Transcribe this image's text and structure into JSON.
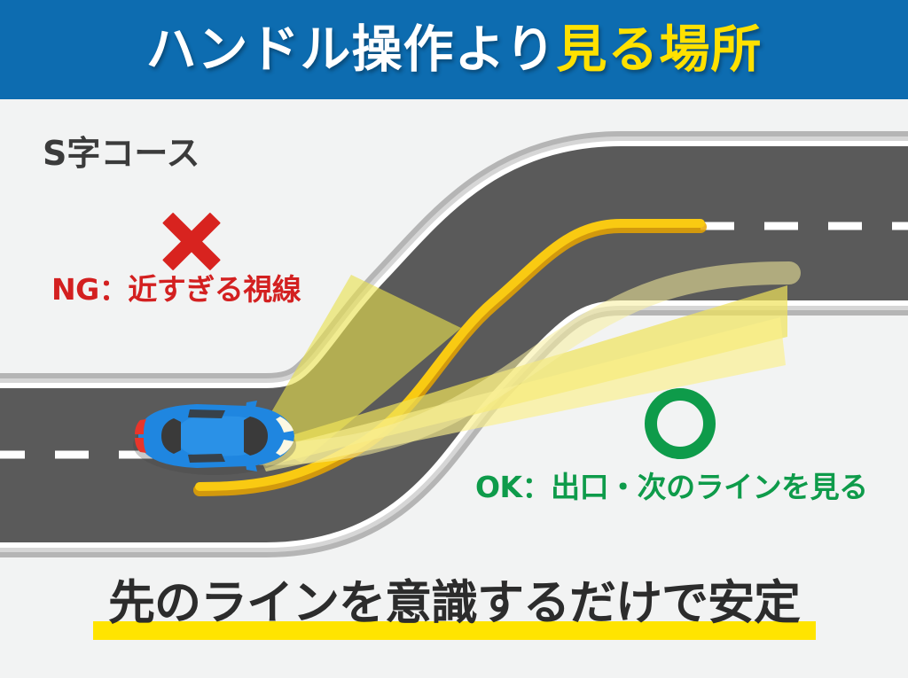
{
  "header": {
    "title_white": "ハンドル操作より",
    "title_yellow": "見る場所",
    "banner_color": "#0d6cb0",
    "accent_color": "#ffe100"
  },
  "diagram": {
    "course_label": "S字コース",
    "ng": {
      "mark": "x-mark",
      "label": "NG：近すぎる視線",
      "color": "#d32020",
      "description": "short wide yellow gaze cone from car pointing just ahead"
    },
    "ok": {
      "mark": "o-mark",
      "label": "OK：出口・次のラインを見る",
      "color": "#0e9b4a",
      "description": "long narrow yellow gaze cone from car pointing to corner exit"
    },
    "road": {
      "asphalt_color": "#5a5a5a",
      "shoulder_color": "#b3b3b3",
      "edge_line_color": "#ffffff",
      "center_dash_color": "#ffffff",
      "racing_line_color": "#f5c400",
      "gaze_cone_color": "#f2e14a"
    },
    "car": {
      "name": "blue-car",
      "body_color": "#1f86e0",
      "window_color": "#3a3a3a",
      "taillight_color": "#e8352b",
      "headlight_color": "#fdf8e3"
    }
  },
  "footer": {
    "text": "先のラインを意識するだけで安定",
    "highlight_color": "#ffe400",
    "text_color": "#2c2c2c"
  }
}
